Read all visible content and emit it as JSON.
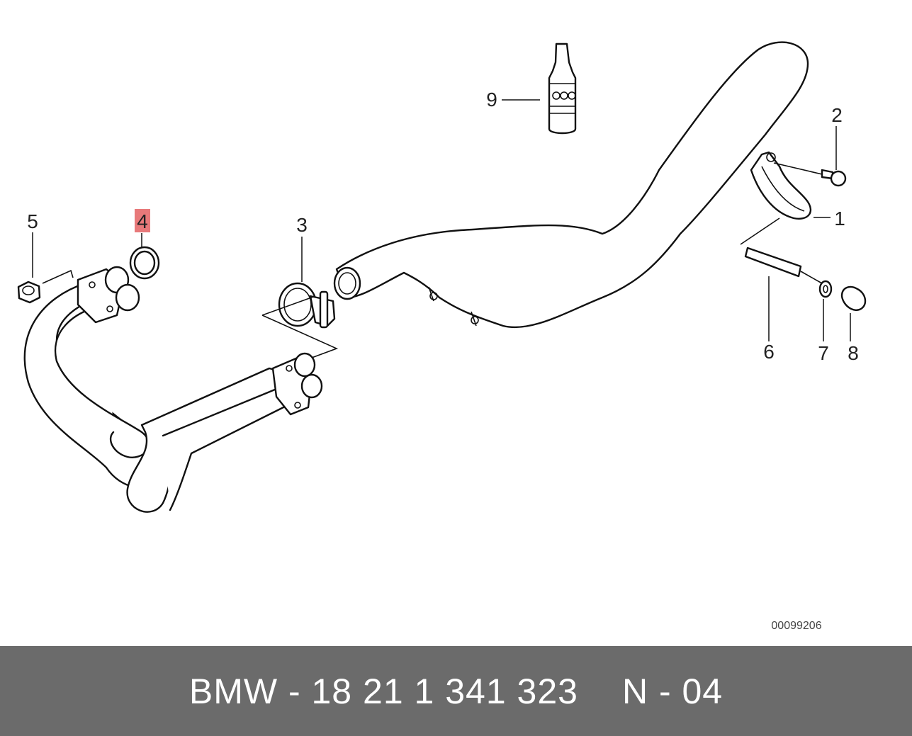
{
  "diagram": {
    "callouts": {
      "c1": "1",
      "c2": "2",
      "c3": "3",
      "c4": "4",
      "c5": "5",
      "c6": "6",
      "c7": "7",
      "c8": "8",
      "c9": "9"
    },
    "highlighted_callout": "4",
    "highlight_color": "#e8797a",
    "reference_number": "00099206"
  },
  "footer": {
    "part_number": "BMW - 18 21 1 341 323",
    "page_code": "N - 04"
  },
  "colors": {
    "footer_background": "#6b6b6b",
    "footer_text": "#ffffff",
    "line_color": "#111111"
  }
}
